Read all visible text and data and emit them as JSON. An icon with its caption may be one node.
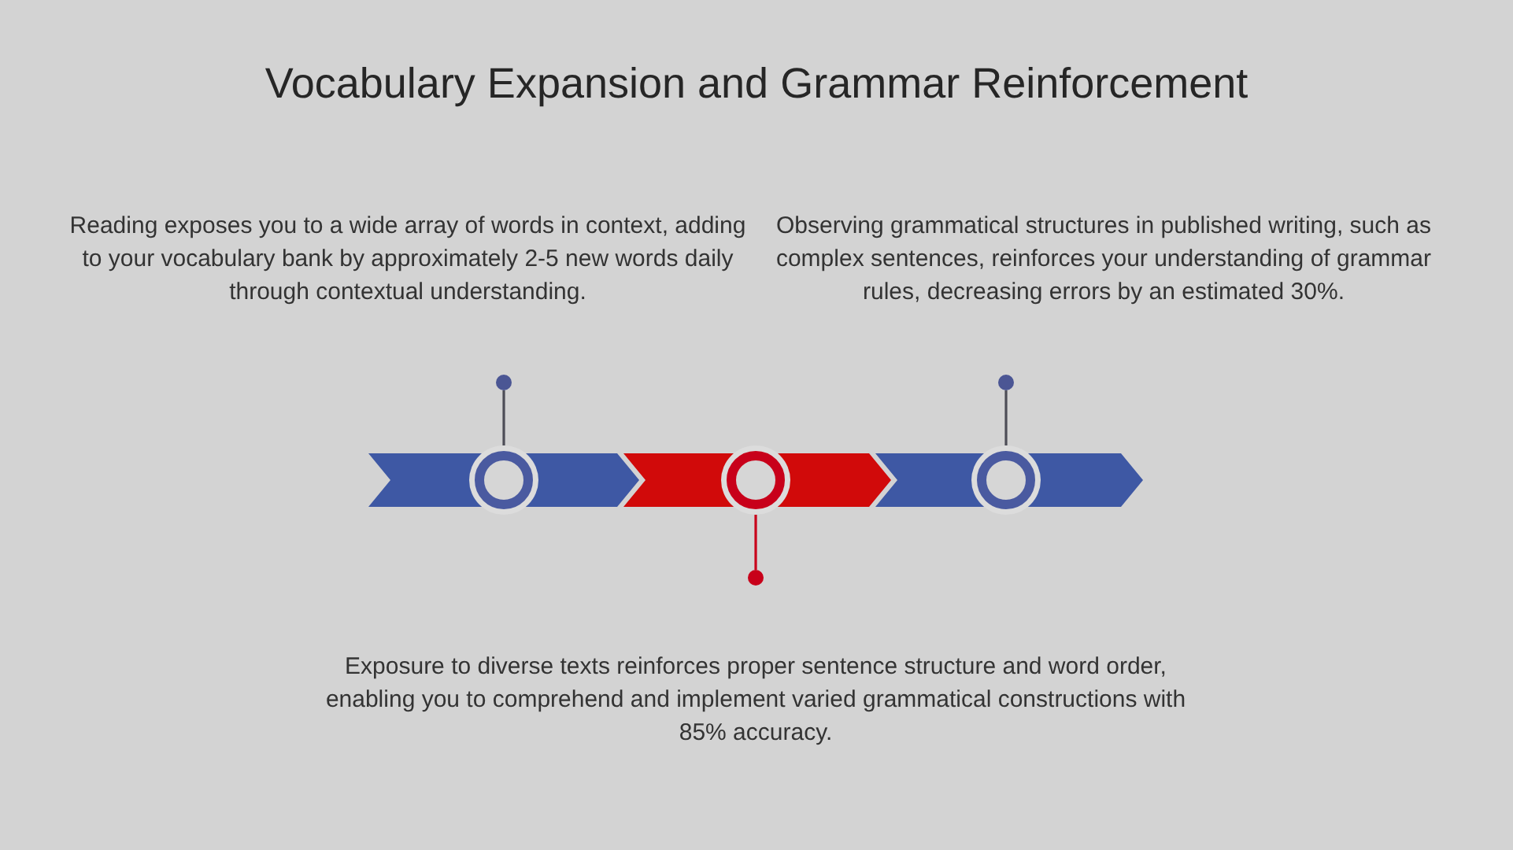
{
  "diagram": {
    "title": "Vocabulary Expansion and Grammar Reinforcement",
    "nodes": [
      {
        "text": [],
        "shape": "circle",
        "beside": [
          "Reading exposes you to a wide array of words in context, adding to your vocabulary bank by approximately 2-5 new words daily through contextual understanding."
        ]
      },
      {
        "text": [],
        "shape": "circle",
        "beside": [
          "Observing grammatical structures in published writing, such as complex sentences, reinforces your understanding of grammar rules, decreasing errors by an estimated 30%."
        ]
      },
      {
        "text": [],
        "shape": "circle"
      },
      {
        "text": [],
        "shape": "circle"
      },
      {
        "text": [],
        "shape": "circle"
      },
      {
        "text": [],
        "shape": "circle",
        "beside": [
          "Exposure to diverse texts reinforces proper sentence structure and word order, enabling you to comprehend and implement varied grammatical constructions with 85% accuracy."
        ]
      }
    ],
    "edges": [
      {
        "from": 2,
        "to": 0,
        "arrow": "none"
      },
      {
        "from": 3,
        "to": 5,
        "arrow": "none",
        "color": "#c8001a"
      },
      {
        "from": 4,
        "to": 1,
        "arrow": "none"
      }
    ]
  }
}
